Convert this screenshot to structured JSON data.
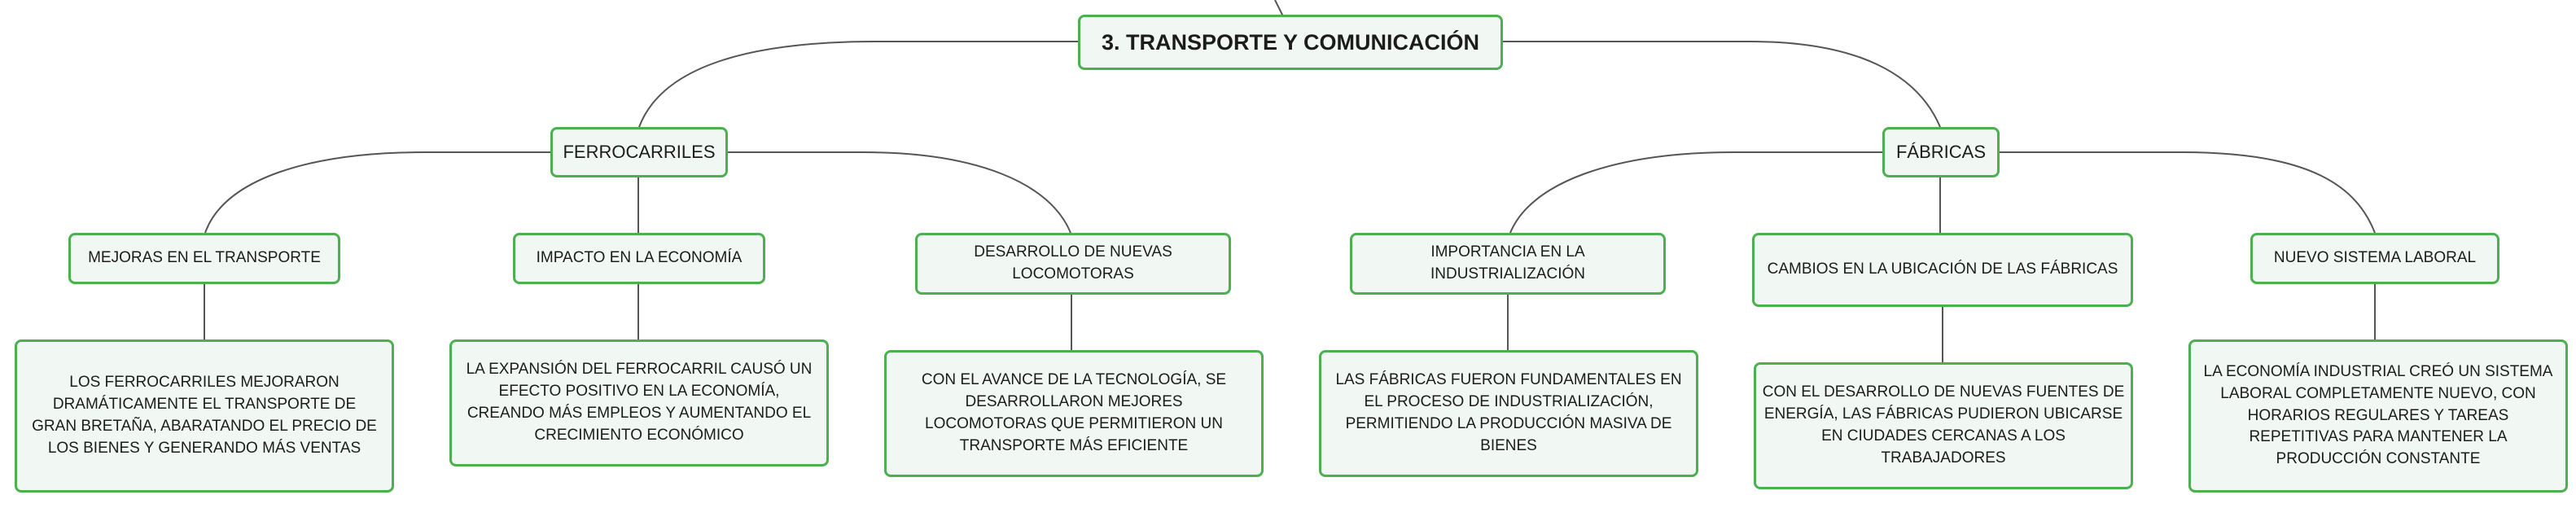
{
  "root": {
    "label": "3. TRANSPORTE Y COMUNICACIÓN"
  },
  "branches": {
    "ferrocarriles": {
      "label": "FERROCARRILES",
      "children": [
        {
          "title": "MEJORAS EN EL TRANSPORTE",
          "detail": "LOS FERROCARRILES MEJORARON DRAMÁTICAMENTE EL TRANSPORTE DE GRAN BRETAÑA, ABARATANDO EL PRECIO DE LOS BIENES Y GENERANDO MÁS VENTAS"
        },
        {
          "title": "IMPACTO EN LA ECONOMÍA",
          "detail": "LA EXPANSIÓN DEL FERROCARRIL CAUSÓ UN EFECTO POSITIVO EN LA ECONOMÍA, CREANDO MÁS EMPLEOS Y AUMENTANDO EL CRECIMIENTO ECONÓMICO"
        },
        {
          "title": "DESARROLLO DE NUEVAS LOCOMOTORAS",
          "detail": "CON EL AVANCE DE LA TECNOLOGÍA, SE DESARROLLARON MEJORES LOCOMOTORAS QUE PERMITIERON UN TRANSPORTE MÁS EFICIENTE"
        }
      ]
    },
    "fabricas": {
      "label": "FÁBRICAS",
      "children": [
        {
          "title": "IMPORTANCIA EN LA INDUSTRIALIZACIÓN",
          "detail": "LAS FÁBRICAS FUERON FUNDAMENTALES EN EL PROCESO DE INDUSTRIALIZACIÓN, PERMITIENDO LA PRODUCCIÓN MASIVA DE BIENES"
        },
        {
          "title": "CAMBIOS EN LA UBICACIÓN DE LAS FÁBRICAS",
          "detail": "CON EL DESARROLLO DE NUEVAS FUENTES DE ENERGÍA, LAS FÁBRICAS PUDIERON UBICARSE EN CIUDADES CERCANAS A LOS TRABAJADORES"
        },
        {
          "title": "NUEVO SISTEMA LABORAL",
          "detail": "LA ECONOMÍA INDUSTRIAL CREÓ UN SISTEMA LABORAL COMPLETAMENTE NUEVO, CON HORARIOS REGULARES Y TAREAS REPETITIVAS PARA MANTENER LA PRODUCCIÓN CONSTANTE"
        }
      ]
    }
  },
  "colors": {
    "border": "#4caf50",
    "fill": "#f1f8f3",
    "connector": "#555555"
  }
}
